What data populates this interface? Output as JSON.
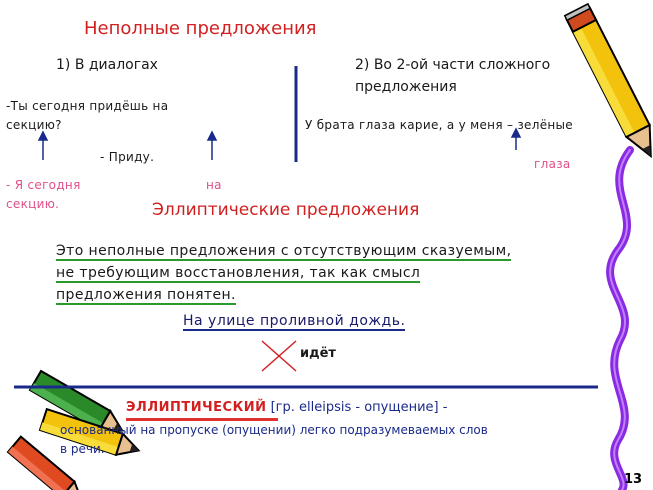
{
  "slide": {
    "title": "Неполные предложения",
    "col1": {
      "heading": "1) В диалогах",
      "q_line1": "-Ты сегодня придёшь на",
      "q_line2": "секцию?",
      "answer": "- Приду.",
      "full_line1_a": "- Я сегодня",
      "full_line1_b": "на",
      "full_line2": "секцию."
    },
    "col2": {
      "heading_line1": "2) Во 2-ой части сложного",
      "heading_line2": "предложения",
      "example": "У брата глаза карие, а у меня – зелёные",
      "restored": "глаза"
    },
    "elliptic": {
      "title": "Эллиптические предложения",
      "def_line1": "Это неполные предложения с отсутствующим сказуемым,",
      "def_line2": "не требующим восстановления, так как смысл",
      "def_line3": "предложения понятен.",
      "example": "На улице проливной дождь.",
      "missing_word": "идёт"
    },
    "dictionary": {
      "term": "ЭЛЛИПТИЧЕСКИЙ",
      "etymology": "[гр. elleipsis - опущение] -",
      "line2": "основанный на пропуске (опущении) легко подразумеваемых слов",
      "line3": "в речи."
    },
    "page_number": "13"
  }
}
